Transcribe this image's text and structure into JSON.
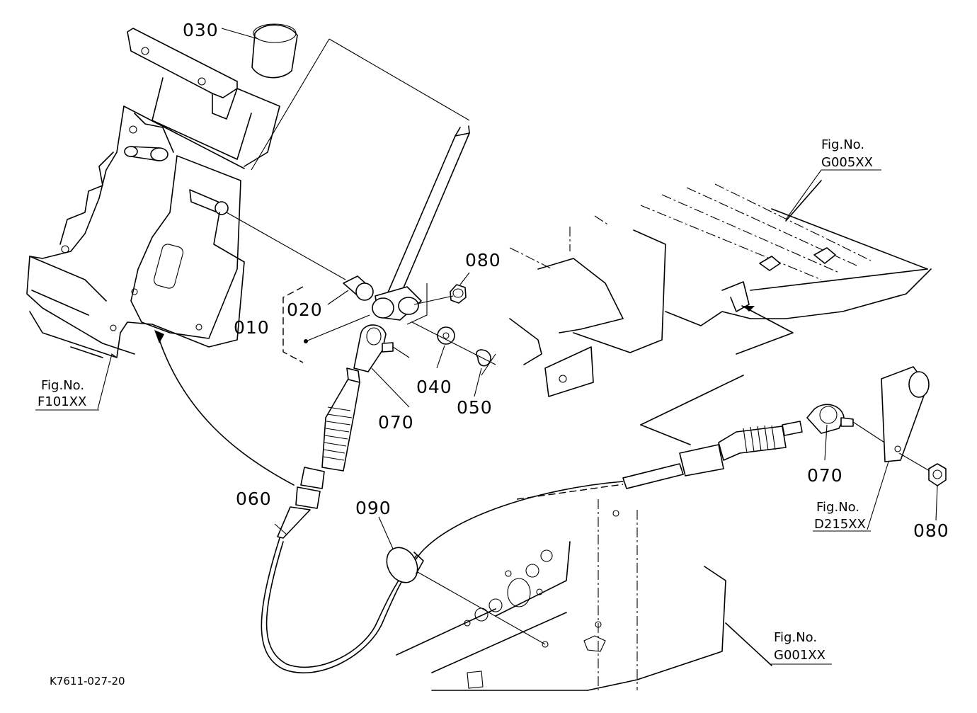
{
  "parts": {
    "p030": "030",
    "p080a": "080",
    "p020": "020",
    "p010": "010",
    "p040": "040",
    "p050": "050",
    "p070a": "070",
    "p070b": "070",
    "p060": "060",
    "p090": "090",
    "p080b": "080"
  },
  "figures": {
    "f101": {
      "label": "Fig.No.",
      "code": "F101XX"
    },
    "g005": {
      "label": "Fig.No.",
      "code": "G005XX"
    },
    "d215": {
      "label": "Fig.No.",
      "code": "D215XX"
    },
    "g001": {
      "label": "Fig.No.",
      "code": "G001XX"
    }
  },
  "drawing_code": "K7611-027-20"
}
